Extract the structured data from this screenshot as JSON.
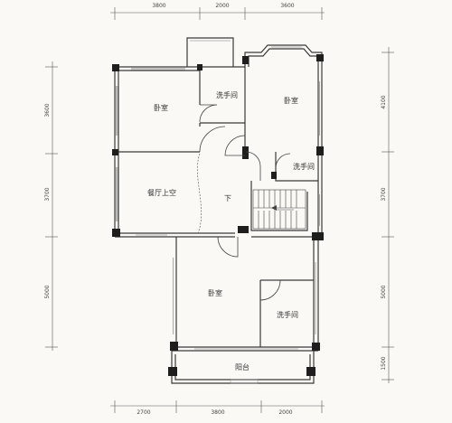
{
  "plan": {
    "top_dimensions": [
      "3800",
      "2000",
      "3600"
    ],
    "bottom_dimensions": [
      "2700",
      "3800",
      "2000"
    ],
    "left_dimensions": [
      "3600",
      "3700",
      "5000"
    ],
    "right_dimensions": [
      "4100",
      "3700",
      "5000",
      "1500"
    ],
    "rooms": {
      "bedroom_1": "卧室",
      "bathroom_1": "洗手间",
      "bedroom_2": "卧室",
      "bathroom_2": "洗手间",
      "dining_void": "餐厅上空",
      "stair_down": "下",
      "bedroom_3": "卧室",
      "bathroom_3": "洗手间",
      "balcony": "阳台"
    }
  }
}
